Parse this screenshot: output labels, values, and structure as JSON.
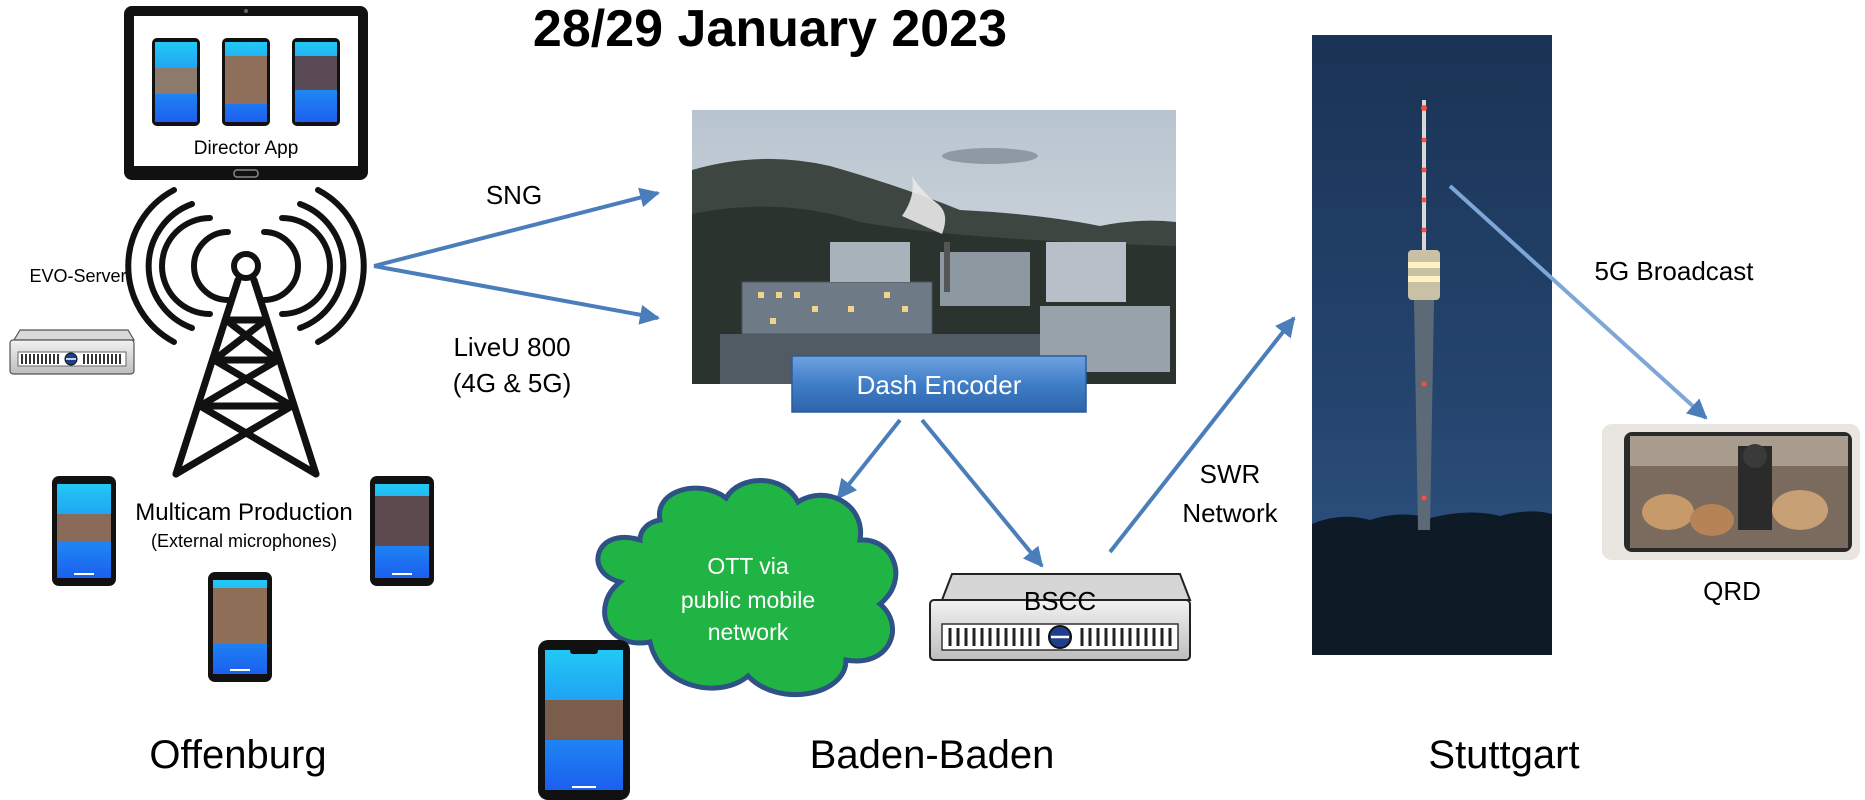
{
  "title": "28/29 January 2023",
  "tablet": {
    "label": "Director App"
  },
  "evo_server": {
    "label": "EVO-Server"
  },
  "links": {
    "sng": "SNG",
    "liveu_line1": "LiveU 800",
    "liveu_line2": "(4G & 5G)",
    "swr_line1": "SWR",
    "swr_line2": "Network",
    "broadcast": "5G Broadcast"
  },
  "multicam": {
    "line1": "Multicam Production",
    "line2": "(External microphones)"
  },
  "encoder": {
    "label": "Dash Encoder"
  },
  "cloud": {
    "line1": "OTT via",
    "line2": "public mobile",
    "line3": "network"
  },
  "bscc": {
    "label": "BSCC"
  },
  "qrd": {
    "label": "QRD"
  },
  "cities": {
    "offenburg": "Offenburg",
    "baden_baden": "Baden-Baden",
    "stuttgart": "Stuttgart"
  },
  "colors": {
    "arrow": "#4A7EBB",
    "cloud": "#1FB444",
    "encoder": "#3E7CC4",
    "sky": "#1F3C63",
    "phone_screen": "#1E86F0"
  }
}
